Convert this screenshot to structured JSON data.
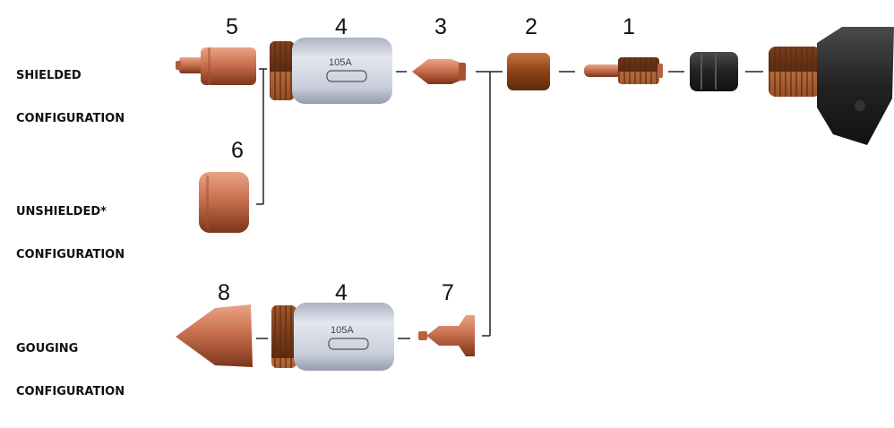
{
  "configurations": {
    "shielded": {
      "line1": "SHIELDED",
      "line2": "CONFIGURATION"
    },
    "unshielded": {
      "line1": "UNSHIELDED*",
      "line2": "CONFIGURATION"
    },
    "gouging": {
      "line1": "GOUGING",
      "line2": "CONFIGURATION"
    }
  },
  "part_numbers": {
    "top_shield": "5",
    "top_retaining_cap": "4",
    "top_nozzle": "3",
    "swirl_ring": "2",
    "electrode": "1",
    "unshielded_deflector": "6",
    "gouge_shield": "8",
    "bottom_retaining_cap": "4",
    "gouge_nozzle": "7"
  },
  "retaining_cap_marking": "105A",
  "colors": {
    "copper": "#c8704f",
    "copper_dark": "#8e3f24",
    "cap_body": "#c9cedb",
    "leader_line": "#222222",
    "torch_body": "#1e1e1e"
  }
}
